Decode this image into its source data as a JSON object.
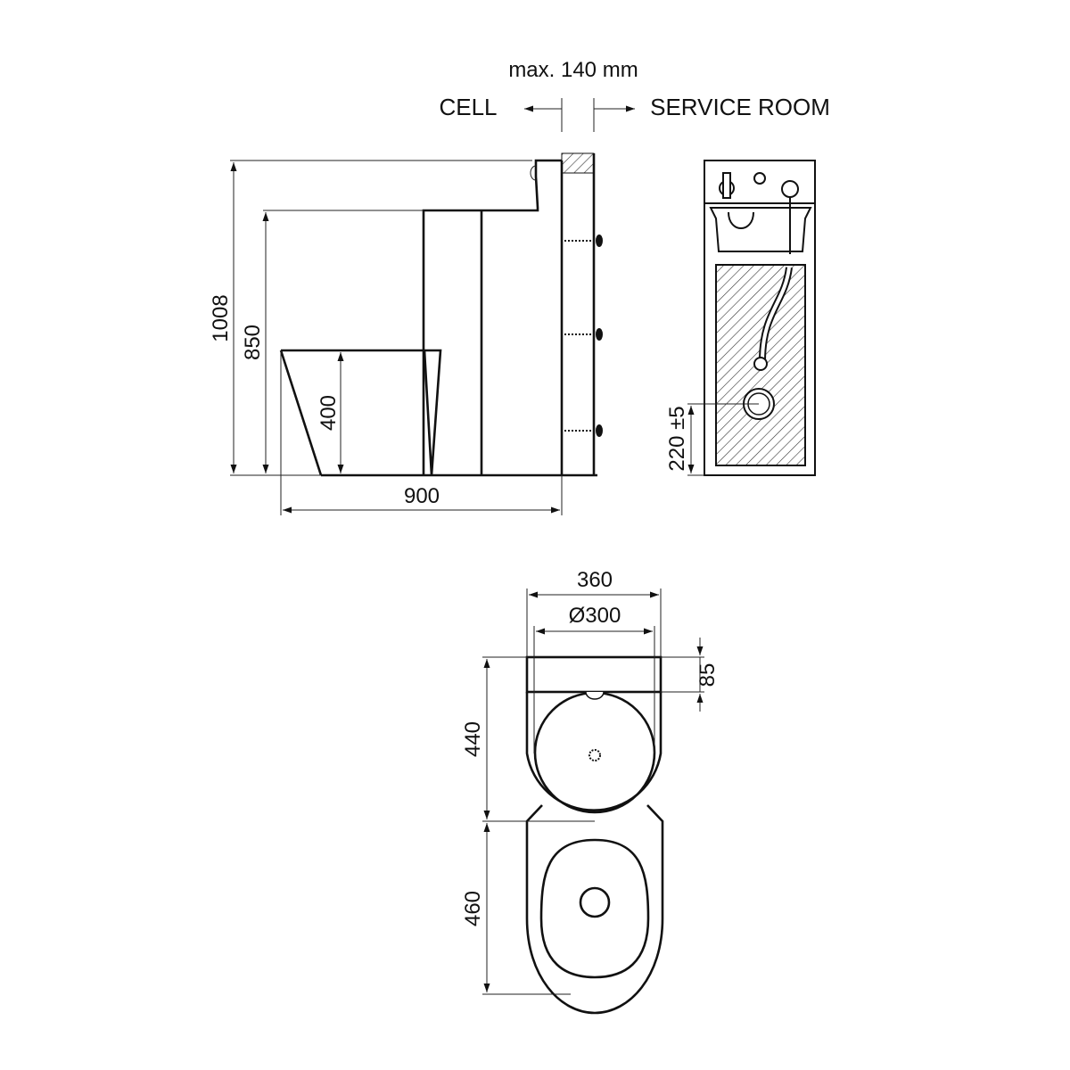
{
  "header": {
    "wall_thickness": "max. 140 mm",
    "cell": "CELL",
    "service_room": "SERVICE ROOM"
  },
  "side_view": {
    "height_total": "1008",
    "height_seat_top": "850",
    "bowl_height": "400",
    "depth": "900"
  },
  "rear_view": {
    "outlet_height": "220 ±5"
  },
  "plan_view": {
    "width": "360",
    "basin_diameter": "Ø300",
    "back_depth": "85",
    "basin_length": "440",
    "bowl_length": "460"
  },
  "colors": {
    "line": "#111111"
  }
}
